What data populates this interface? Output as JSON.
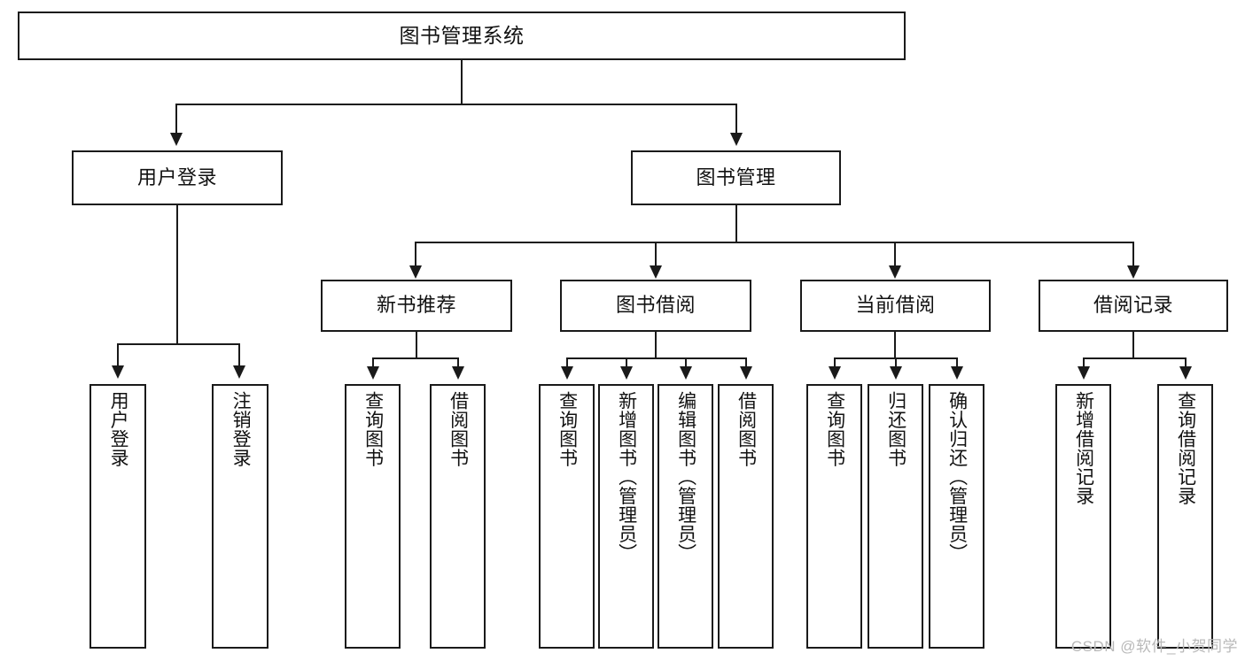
{
  "diagram": {
    "title": "图书管理系统",
    "watermark": "CSDN @软件_小贺同学",
    "nodes": {
      "root": {
        "label": "图书管理系统"
      },
      "level2": [
        {
          "id": "user-login",
          "label": "用户登录"
        },
        {
          "id": "book-manage",
          "label": "图书管理"
        }
      ],
      "level3": [
        {
          "id": "new-book-recommend",
          "label": "新书推荐"
        },
        {
          "id": "book-borrow",
          "label": "图书借阅"
        },
        {
          "id": "current-borrow",
          "label": "当前借阅"
        },
        {
          "id": "borrow-record",
          "label": "借阅记录"
        }
      ],
      "leaves": [
        {
          "id": "leaf-user-login",
          "label": "用户登录",
          "parent": "user-login"
        },
        {
          "id": "leaf-logout",
          "label": "注销登录",
          "parent": "user-login"
        },
        {
          "id": "leaf-query-book-1",
          "label": "查询图书",
          "parent": "new-book-recommend"
        },
        {
          "id": "leaf-borrow-book-1",
          "label": "借阅图书",
          "parent": "new-book-recommend"
        },
        {
          "id": "leaf-query-book-2",
          "label": "查询图书",
          "parent": "book-borrow"
        },
        {
          "id": "leaf-add-book",
          "label": "新增图书（管理员）",
          "parent": "book-borrow"
        },
        {
          "id": "leaf-edit-book",
          "label": "编辑图书（管理员）",
          "parent": "book-borrow"
        },
        {
          "id": "leaf-borrow-book-2",
          "label": "借阅图书",
          "parent": "book-borrow"
        },
        {
          "id": "leaf-query-book-3",
          "label": "查询图书",
          "parent": "current-borrow"
        },
        {
          "id": "leaf-return-book",
          "label": "归还图书",
          "parent": "current-borrow"
        },
        {
          "id": "leaf-confirm-return",
          "label": "确认归还（管理员）",
          "parent": "current-borrow"
        },
        {
          "id": "leaf-add-record",
          "label": "新增借阅记录",
          "parent": "borrow-record"
        },
        {
          "id": "leaf-query-record",
          "label": "查询借阅记录",
          "parent": "borrow-record"
        }
      ]
    },
    "colors": {
      "stroke": "#1a1a1a",
      "background": "#ffffff",
      "watermark": "#b9b9b9"
    }
  }
}
